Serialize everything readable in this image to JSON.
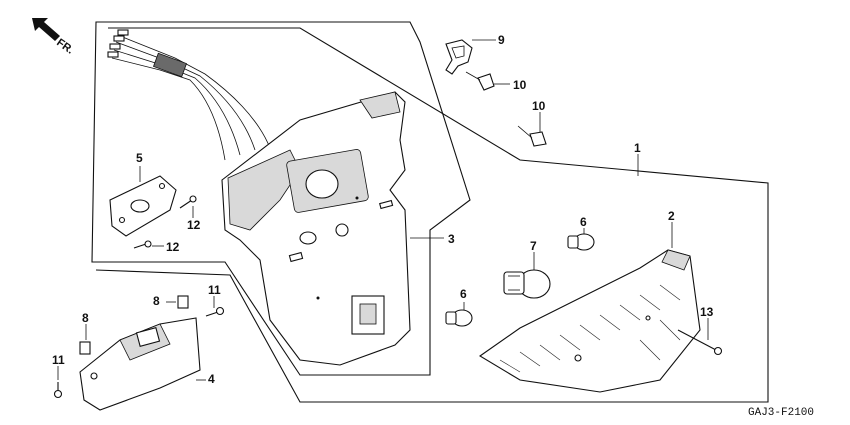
{
  "direction_label": "FR.",
  "figure_code": "GAJ3-F2100",
  "callouts": {
    "p1": "1",
    "p2": "2",
    "p3": "3",
    "p4": "4",
    "p5": "5",
    "p6a": "6",
    "p6b": "6",
    "p7": "7",
    "p8a": "8",
    "p8b": "8",
    "p9": "9",
    "p10a": "10",
    "p10b": "10",
    "p11a": "11",
    "p11b": "11",
    "p12a": "12",
    "p12b": "12",
    "p13": "13"
  }
}
